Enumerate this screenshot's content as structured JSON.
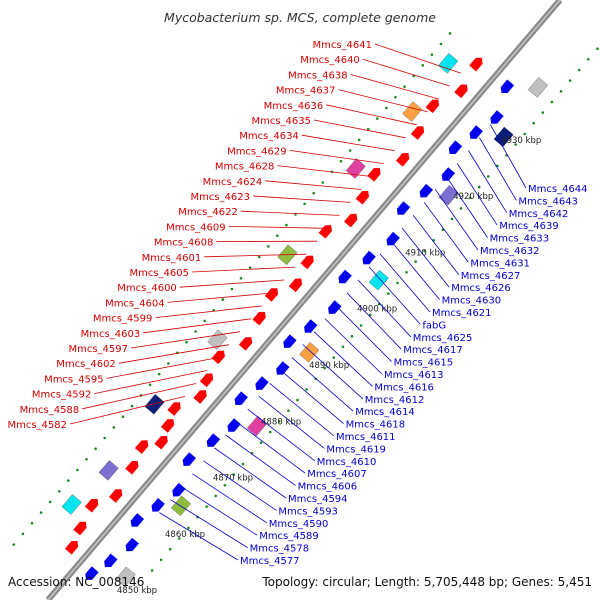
{
  "title": "Mycobacterium sp. MCS, complete genome",
  "accession": "Accession: NC_008146",
  "summary": "Topology: circular; Length: 5,705,448 bp; Genes: 5,451",
  "colors": {
    "forward_label": "#d40000",
    "reverse_label": "#0000cc",
    "forward_gene": "#ff0000",
    "reverse_gene": "#0000ee",
    "backbone": "#8c8c8c",
    "tick_dots": "#1a8a1a"
  },
  "ticks": [
    "4850 kbp",
    "4860 kbp",
    "4870 kbp",
    "4880 kbp",
    "4890 kbp",
    "4900 kbp",
    "4910 kbp",
    "4920 kbp",
    "4930 kbp"
  ],
  "forward_labels": [
    "Mmcs_4641",
    "Mmcs_4640",
    "Mmcs_4638",
    "Mmcs_4637",
    "Mmcs_4636",
    "Mmcs_4635",
    "Mmcs_4634",
    "Mmcs_4629",
    "Mmcs_4628",
    "Mmcs_4624",
    "Mmcs_4623",
    "Mmcs_4622",
    "Mmcs_4609",
    "Mmcs_4608",
    "Mmcs_4601",
    "Mmcs_4605",
    "Mmcs_4600",
    "Mmcs_4604",
    "Mmcs_4599",
    "Mmcs_4603",
    "Mmcs_4597",
    "Mmcs_4602",
    "Mmcs_4595",
    "Mmcs_4592",
    "Mmcs_4588",
    "Mmcs_4582"
  ],
  "reverse_labels": [
    "Mmcs_4644",
    "Mmcs_4643",
    "Mmcs_4642",
    "Mmcs_4639",
    "Mmcs_4633",
    "Mmcs_4632",
    "Mmcs_4631",
    "Mmcs_4627",
    "Mmcs_4626",
    "Mmcs_4630",
    "Mmcs_4621",
    "fabG",
    "Mmcs_4625",
    "Mmcs_4617",
    "Mmcs_4615",
    "Mmcs_4613",
    "Mmcs_4616",
    "Mmcs_4612",
    "Mmcs_4614",
    "Mmcs_4618",
    "Mmcs_4611",
    "Mmcs_4619",
    "Mmcs_4610",
    "Mmcs_4607",
    "Mmcs_4606",
    "Mmcs_4594",
    "Mmcs_4593",
    "Mmcs_4590",
    "Mmcs_4589",
    "Mmcs_4578",
    "Mmcs_4577"
  ]
}
